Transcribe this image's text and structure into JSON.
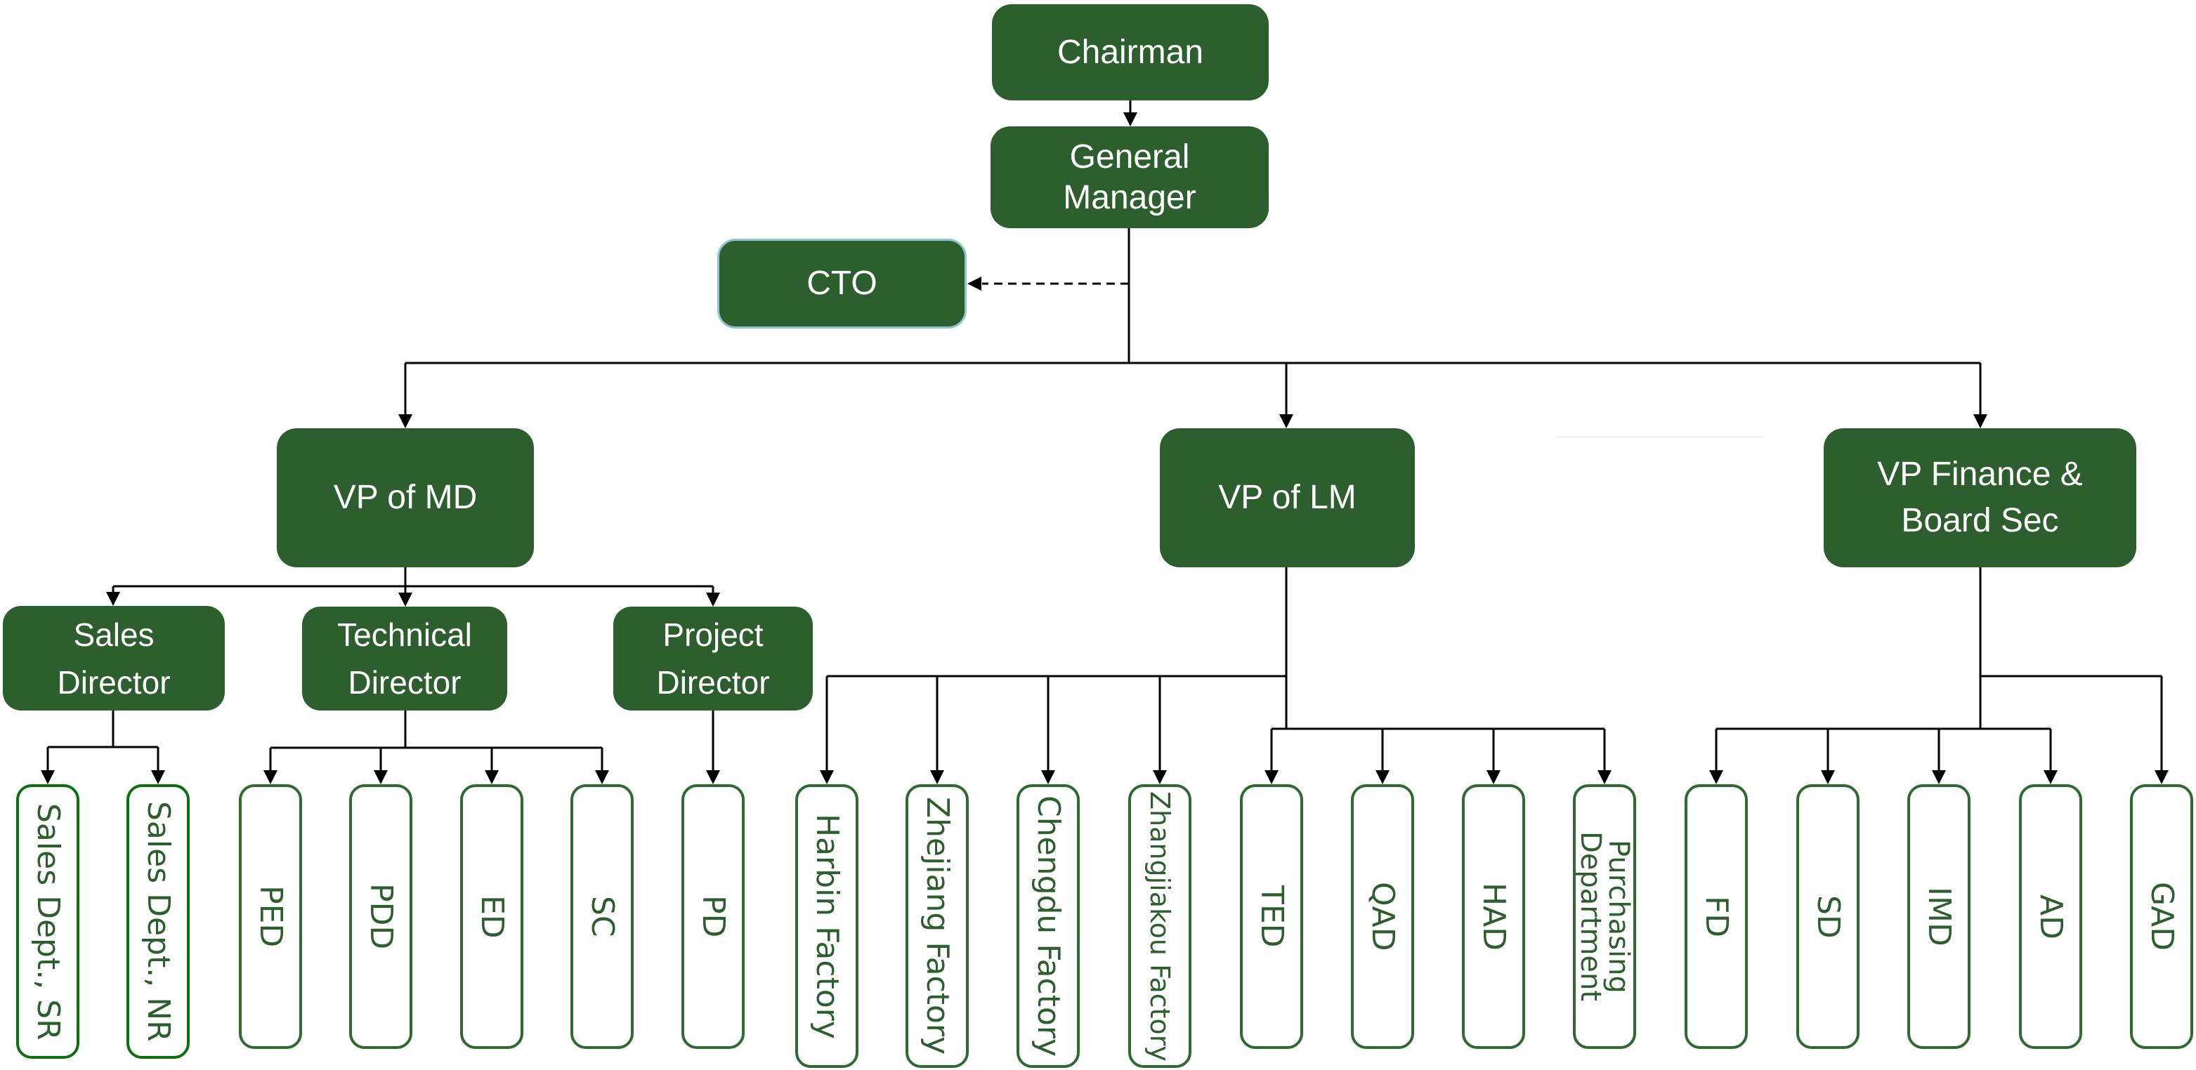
{
  "colors": {
    "node_fill": "#2c5f2d",
    "node_text": "#ffffff",
    "leaf_border": "#2f6a30",
    "leaf_border_bright": "#0d6f0d",
    "leaf_text": "#2c5f2d",
    "cto_border": "#8ec4cf",
    "connector": "#000000"
  },
  "nodes": {
    "chairman": "Chairman",
    "general_manager": "General\nManager",
    "cto": "CTO",
    "vp_md": "VP of MD",
    "vp_lm": "VP of LM",
    "vp_finance": "VP Finance &\nBoard Sec",
    "sales_director": "Sales\nDirector",
    "technical_director": "Technical\nDirector",
    "project_director": "Project\nDirector"
  },
  "leaves": [
    {
      "id": "sales-dept-sr",
      "label": "Sales Dept., SR",
      "parent": "sales_director"
    },
    {
      "id": "sales-dept-nr",
      "label": "Sales Dept., NR",
      "parent": "sales_director"
    },
    {
      "id": "ped",
      "label": "PED",
      "parent": "technical_director"
    },
    {
      "id": "pdd",
      "label": "PDD",
      "parent": "technical_director"
    },
    {
      "id": "ed",
      "label": "ED",
      "parent": "technical_director"
    },
    {
      "id": "sc",
      "label": "SC",
      "parent": "technical_director"
    },
    {
      "id": "pd",
      "label": "PD",
      "parent": "project_director"
    },
    {
      "id": "harbin-factory",
      "label": "Harbin Factory",
      "parent": "vp_lm"
    },
    {
      "id": "zhejiang-factory",
      "label": "Zhejiang Factory",
      "parent": "vp_lm"
    },
    {
      "id": "chengdu-factory",
      "label": "Chengdu Factory",
      "parent": "vp_lm"
    },
    {
      "id": "zhangjiakou-factory",
      "label": "Zhangjiakou Factory",
      "parent": "vp_lm"
    },
    {
      "id": "ted",
      "label": "TED",
      "parent": "vp_lm"
    },
    {
      "id": "qad",
      "label": "QAD",
      "parent": "vp_lm"
    },
    {
      "id": "had",
      "label": "HAD",
      "parent": "vp_lm"
    },
    {
      "id": "purchasing-department",
      "label": "Purchasing\nDepartment",
      "parent": "vp_lm"
    },
    {
      "id": "fd",
      "label": "FD",
      "parent": "vp_finance"
    },
    {
      "id": "sd",
      "label": "SD",
      "parent": "vp_finance"
    },
    {
      "id": "imd",
      "label": "IMD",
      "parent": "vp_finance"
    },
    {
      "id": "ad",
      "label": "AD",
      "parent": "vp_finance"
    },
    {
      "id": "gad",
      "label": "GAD",
      "parent": "vp_finance"
    }
  ],
  "relations": {
    "dashed": "General Manager to CTO (advisory)"
  }
}
